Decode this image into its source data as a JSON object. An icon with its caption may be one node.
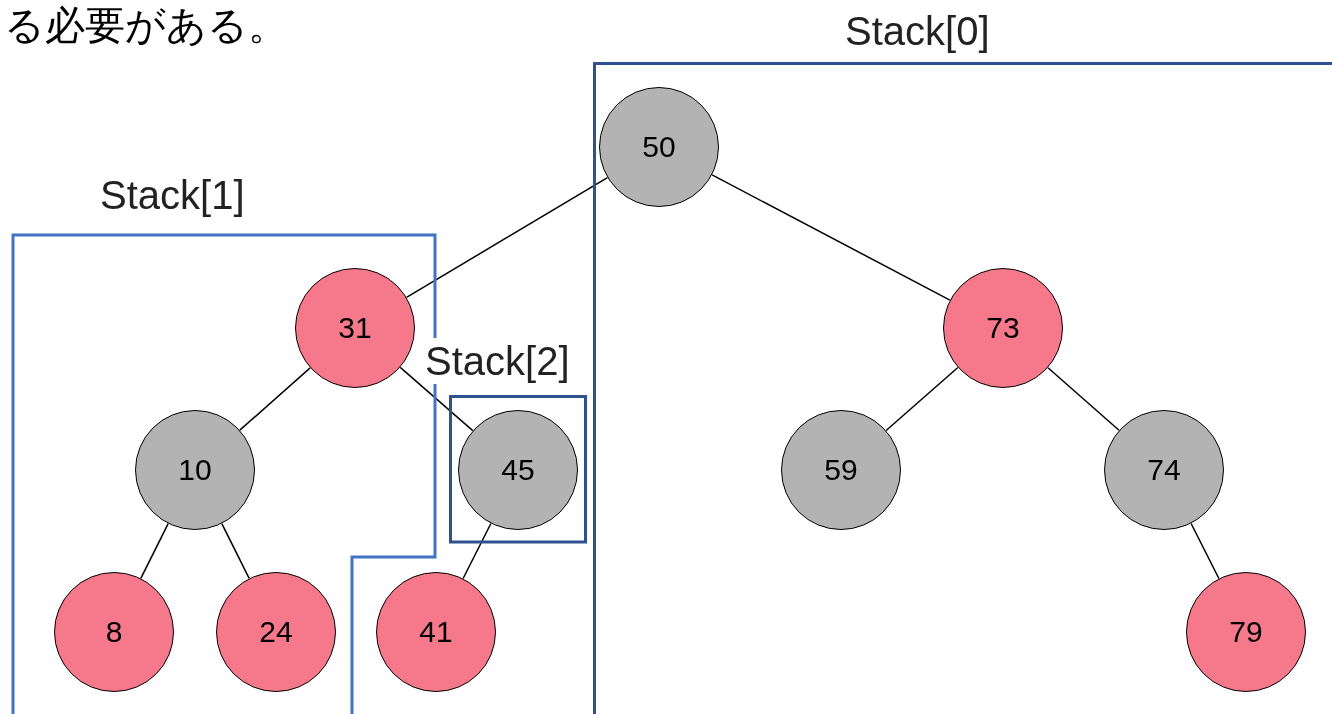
{
  "diagram": {
    "nodes": [
      {
        "text": [
          "Stack[0]"
        ]
      },
      {
        "text": [
          "50"
        ],
        "in": 0
      },
      {
        "text": [
          "Stack[1]"
        ]
      },
      {
        "text": [
          "31"
        ],
        "in": 2
      },
      {
        "text": [
          "73"
        ],
        "in": 0
      },
      {
        "text": [
          "Stack[2]"
        ]
      },
      {
        "text": [
          "10"
        ],
        "in": 2
      },
      {
        "text": [
          "45"
        ],
        "in": 5
      },
      {
        "text": [
          "59"
        ],
        "in": 0
      },
      {
        "text": [
          "74"
        ],
        "in": 0
      },
      {
        "text": [
          "8"
        ],
        "in": 2
      },
      {
        "text": [
          "24"
        ],
        "in": 2
      },
      {
        "text": [
          "41"
        ]
      },
      {
        "text": [
          "79"
        ],
        "in": 0
      }
    ],
    "edges": [
      {
        "from": 1,
        "to": 3,
        "arrow": "none"
      },
      {
        "from": 1,
        "to": 4,
        "arrow": "none"
      },
      {
        "from": 3,
        "to": 6,
        "arrow": "none"
      },
      {
        "from": 3,
        "to": 7,
        "arrow": "none"
      },
      {
        "from": 6,
        "to": 10,
        "arrow": "none"
      },
      {
        "from": 6,
        "to": 11,
        "arrow": "none"
      },
      {
        "from": 7,
        "to": 12,
        "arrow": "none"
      },
      {
        "from": 4,
        "to": 8,
        "arrow": "none"
      },
      {
        "from": 4,
        "to": 9,
        "arrow": "none"
      },
      {
        "from": 9,
        "to": 13,
        "arrow": "none"
      }
    ],
    "labels": [
      "る必要がある。"
    ]
  }
}
